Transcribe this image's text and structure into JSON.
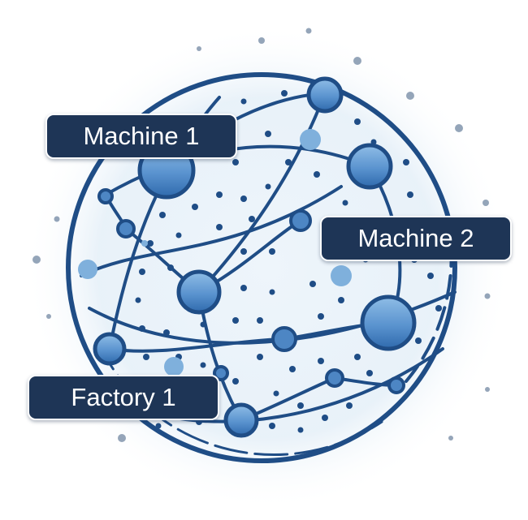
{
  "labels": {
    "machine_1": "Machine 1",
    "machine_2": "Machine 2",
    "factory_1": "Factory 1"
  },
  "colors": {
    "navy": "#1e3556",
    "line": "#1f4d86",
    "node_fill": "#4d86c4",
    "light_dot": "#7fb0dc",
    "glow": "#e8f1f8"
  },
  "icon": "network-globe-icon"
}
